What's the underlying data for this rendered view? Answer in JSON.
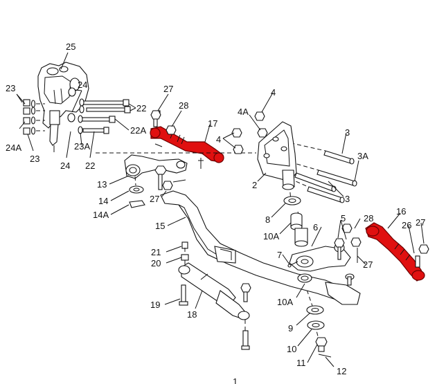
{
  "callouts": {
    "c25": "25",
    "c23_top": "23",
    "c24_top": "24",
    "c27_a": "27",
    "c28_a": "28",
    "c22": "22",
    "c22a": "22A",
    "c17": "17",
    "c24a": "24A",
    "c23_bot": "23",
    "c23a": "23A",
    "c24_bot": "24",
    "c22_bot": "22",
    "c4_top": "4",
    "c4a": "4A",
    "c4_left": "4",
    "c3_top": "3",
    "c3a": "3A",
    "c2": "2",
    "c3_bot": "3",
    "c13": "13",
    "c14": "14",
    "c14a": "14A",
    "c27_b": "27",
    "c15": "15",
    "c8": "8",
    "c10a_top": "10A",
    "c16": "16",
    "c5": "5",
    "c28_b": "28",
    "c6": "6",
    "c26": "26",
    "c27_c": "27",
    "c7": "7",
    "c27_d": "27",
    "c21": "21",
    "c20": "20",
    "c19": "19",
    "c18": "18",
    "c10a_bot": "10A",
    "c9": "9",
    "c10": "10",
    "c11": "11",
    "c12": "12",
    "c1": "1"
  },
  "colors": {
    "highlight": "#e01010",
    "line": "#111111",
    "background": "#ffffff"
  }
}
